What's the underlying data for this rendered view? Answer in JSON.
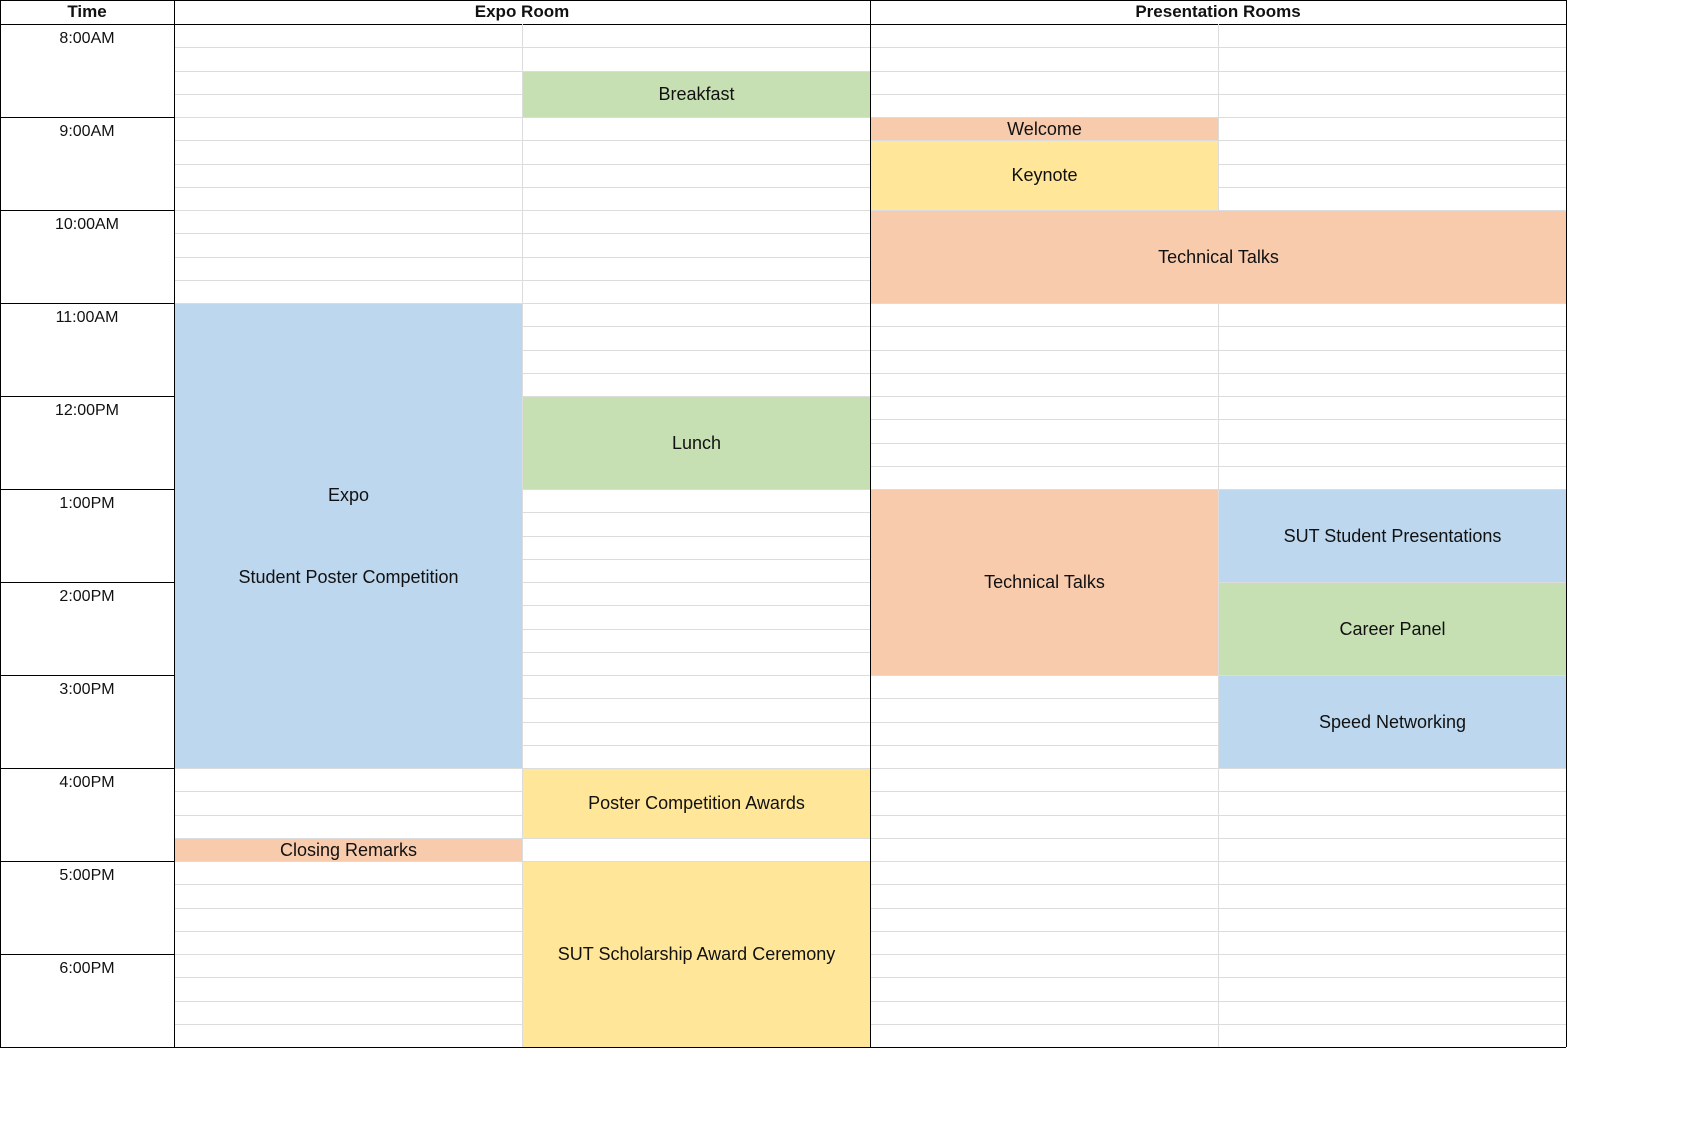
{
  "headers": {
    "time": "Time",
    "expo": "Expo Room",
    "presentation": "Presentation Rooms"
  },
  "times": [
    "8:00AM",
    "9:00AM",
    "10:00AM",
    "11:00AM",
    "12:00PM",
    "1:00PM",
    "2:00PM",
    "3:00PM",
    "4:00PM",
    "5:00PM",
    "6:00PM"
  ],
  "events": [
    {
      "id": "breakfast",
      "room": "expo-b",
      "start": "8:30",
      "end": "9:00",
      "labels": [
        "Breakfast"
      ],
      "color": "#c6e0b4"
    },
    {
      "id": "welcome",
      "room": "pres-a",
      "start": "9:00",
      "end": "9:15",
      "labels": [
        "Welcome"
      ],
      "color": "#f8cbad"
    },
    {
      "id": "keynote",
      "room": "pres-a",
      "start": "9:15",
      "end": "10:00",
      "labels": [
        "Keynote"
      ],
      "color": "#ffe699"
    },
    {
      "id": "technical-talks-morning",
      "room": "pres-ab",
      "start": "10:00",
      "end": "11:00",
      "labels": [
        "Technical Talks"
      ],
      "color": "#f8cbad"
    },
    {
      "id": "expo",
      "room": "expo-a",
      "start": "11:00",
      "end": "16:00",
      "labels": [
        "Expo",
        "Student Poster Competition"
      ],
      "color": "#bdd7ee"
    },
    {
      "id": "lunch",
      "room": "expo-b",
      "start": "12:00",
      "end": "13:00",
      "labels": [
        "Lunch"
      ],
      "color": "#c6e0b4"
    },
    {
      "id": "technical-talks-afternoon",
      "room": "pres-a",
      "start": "13:00",
      "end": "15:00",
      "labels": [
        "Technical Talks"
      ],
      "color": "#f8cbad"
    },
    {
      "id": "sut-student-presentations",
      "room": "pres-b",
      "start": "13:00",
      "end": "14:00",
      "labels": [
        "SUT Student Presentations"
      ],
      "color": "#bdd7ee"
    },
    {
      "id": "career-panel",
      "room": "pres-b",
      "start": "14:00",
      "end": "15:00",
      "labels": [
        "Career Panel"
      ],
      "color": "#c6e0b4"
    },
    {
      "id": "speed-networking",
      "room": "pres-b",
      "start": "15:00",
      "end": "16:00",
      "labels": [
        "Speed Networking"
      ],
      "color": "#bdd7ee"
    },
    {
      "id": "poster-competition-awards",
      "room": "expo-b",
      "start": "16:00",
      "end": "16:45",
      "labels": [
        "Poster Competition Awards"
      ],
      "color": "#ffe699"
    },
    {
      "id": "closing-remarks",
      "room": "expo-a",
      "start": "16:45",
      "end": "17:00",
      "labels": [
        "Closing Remarks"
      ],
      "color": "#f8cbad"
    },
    {
      "id": "sut-scholarship-award-ceremony",
      "room": "expo-b",
      "start": "17:00",
      "end": "19:00",
      "labels": [
        "SUT Scholarship Award Ceremony"
      ],
      "color": "#ffe699"
    }
  ]
}
